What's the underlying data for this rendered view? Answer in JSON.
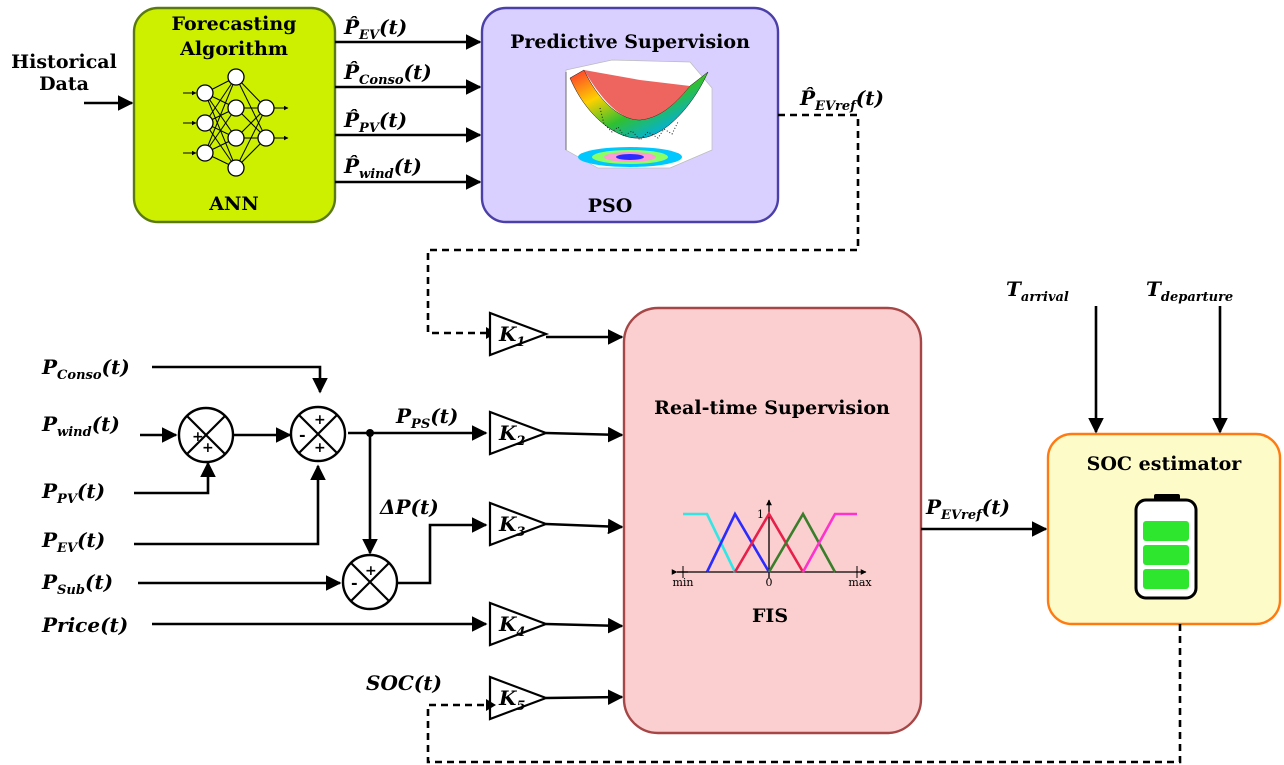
{
  "forecasting": {
    "title_line1": "Forecasting",
    "title_line2": "Algorithm",
    "method": "ANN",
    "fill": "#ccf000",
    "stroke": "#5a7a10"
  },
  "predictive": {
    "title": "Predictive Supervision",
    "method": "PSO",
    "fill": "#dad0ff",
    "stroke": "#4b3fa8"
  },
  "realtime": {
    "title": "Real-time Supervision",
    "method": "FIS",
    "fill": "#fbcfcf",
    "stroke": "#a64646",
    "mf_axis": {
      "min": "min",
      "zero": "0",
      "max": "max",
      "peak": "1"
    },
    "mf_colors": [
      "#33e6e6",
      "#2b2bff",
      "#e6204a",
      "#3a7d2a",
      "#ff33cc"
    ]
  },
  "soc_estimator": {
    "title": "SOC estimator",
    "fill": "#fdfbc8",
    "stroke": "#ff7a10",
    "battery_cell_color": "#2ee62e"
  },
  "inputs": {
    "historical_line1": "Historical",
    "historical_line2": "Data",
    "t_arrival": {
      "main": "T",
      "sub": "arrival"
    },
    "t_departure": {
      "main": "T",
      "sub": "departure"
    }
  },
  "forecast_signals": [
    {
      "main": "P̂",
      "sub": "EV",
      "tail": "(t)"
    },
    {
      "main": "P̂",
      "sub": "Conso",
      "tail": "(t)"
    },
    {
      "main": "P̂",
      "sub": "PV",
      "tail": "(t)"
    },
    {
      "main": "P̂",
      "sub": "wind",
      "tail": "(t)"
    }
  ],
  "pso_output": {
    "main": "P̂",
    "sub": "EVref",
    "tail": "(t)"
  },
  "measured_signals": {
    "conso": {
      "main": "P",
      "sub": "Conso",
      "tail": "(t)"
    },
    "wind": {
      "main": "P",
      "sub": "wind",
      "tail": "(t)"
    },
    "pv": {
      "main": "P",
      "sub": "PV",
      "tail": "(t)"
    },
    "ev": {
      "main": "P",
      "sub": "EV",
      "tail": "(t)"
    },
    "sub": {
      "main": "P",
      "sub": "Sub",
      "tail": "(t)"
    },
    "price": {
      "main": "Price(t)"
    },
    "soc": {
      "main": "SOC(t)"
    }
  },
  "internal_signals": {
    "ps": {
      "main": "P",
      "sub": "PS",
      "tail": "(t)"
    },
    "delta_p": {
      "main": "ΔP(t)"
    }
  },
  "fis_output": {
    "main": "P",
    "sub": "EVref",
    "tail": "(t)"
  },
  "gains": [
    {
      "main": "K",
      "sub": "1"
    },
    {
      "main": "K",
      "sub": "2"
    },
    {
      "main": "K",
      "sub": "3"
    },
    {
      "main": "K",
      "sub": "4"
    },
    {
      "main": "K",
      "sub": "5"
    }
  ],
  "summing_signs": {
    "sum1": [
      "+",
      "+"
    ],
    "sum2": [
      "+",
      "-",
      "+"
    ],
    "sum3": [
      "+",
      "-"
    ]
  }
}
